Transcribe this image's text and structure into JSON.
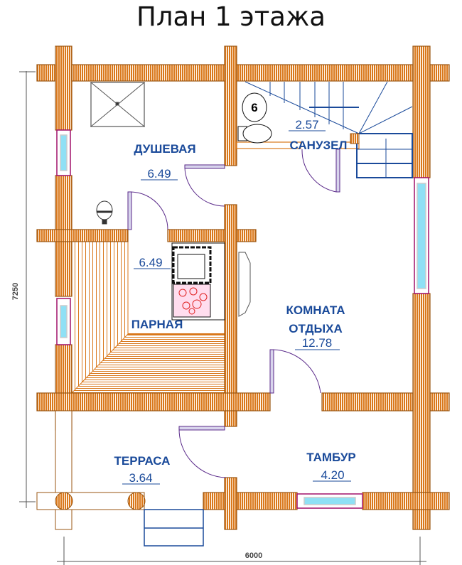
{
  "title": "План 1 этажа",
  "rooms": [
    {
      "name": "ДУШЕВАЯ",
      "area": "6.49"
    },
    {
      "name": "САНУЗЕЛ",
      "area": "2.57"
    },
    {
      "name": "ПАРНАЯ",
      "area": "6.49"
    },
    {
      "name": "КОМНАТА",
      "name2": "ОТДЫХА",
      "area": "12.78"
    },
    {
      "name": "ТЕРРАСА",
      "area": "3.64"
    },
    {
      "name": "ТАМБУР",
      "area": "4.20"
    }
  ],
  "marker": "6",
  "dimensions": {
    "height": "7250",
    "width": "6000"
  },
  "colors": {
    "wall": "#d9781c",
    "wall_edge": "#9a5510",
    "label": "#1a4a9a",
    "window": "#a0106a",
    "glass": "#8fe0f5"
  }
}
